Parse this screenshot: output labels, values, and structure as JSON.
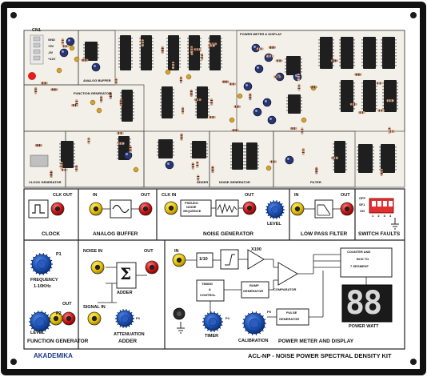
{
  "brand": "AKADEMIKA",
  "kit_title": "ACL-NP - NOISE POWER SPECTRAL DENSITY KIT",
  "pcb": {
    "cn1": "CN1",
    "pins": [
      "GND",
      "+5V",
      "-5V",
      "+12V"
    ],
    "sections": {
      "analog_buffer": "ANALOG BUFFER",
      "function_generator": "FUNCTION GENERATOR",
      "power_meter": "POWER METER & DISPLAY",
      "clock_generator": "CLOCK GENERATOR",
      "adder": "ADDER",
      "noise_generator": "NOISE GENERATOR",
      "filter": "FILTER"
    }
  },
  "panel": {
    "clock": {
      "title": "CLOCK",
      "out": "CLK OUT"
    },
    "analog_buffer": {
      "title": "ANALOG BUFFER",
      "in": "IN",
      "out": "OUT"
    },
    "noise_generator": {
      "title": "NOISE GENERATOR",
      "clk_in": "CLK IN",
      "box": [
        "PSEUDO",
        "NOISE",
        "SEQUENCE"
      ],
      "out": "OUT",
      "level": "LEVEL"
    },
    "low_pass_filter": {
      "title": "LOW PASS FILTER",
      "in": "IN",
      "out": "OUT"
    },
    "switch_faults": {
      "title": "SWITCH FAULTS",
      "off": "OFF",
      "sf1": "SF1",
      "on": "ON",
      "numbers": "1 2 3 4"
    },
    "function_generator": {
      "title": "FUNCTION GENERATOR",
      "frequency": "FREQUENCY",
      "range": "1-10KHz",
      "level": "LEVEL",
      "out": "OUT",
      "p1": "P1",
      "p2": "P2"
    },
    "adder": {
      "title": "ADDER",
      "noise_in": "NOISE IN",
      "signal_in": "SIGNAL IN",
      "out": "OUT",
      "sigma": "Σ",
      "box_label": "ADDER",
      "attenuation": "ATTENUATION",
      "p3": "P3"
    },
    "power_meter": {
      "title": "POWER METER AND DISPLAY",
      "in": "IN",
      "div": "1/10",
      "x100": "X100",
      "timing": [
        "TIMING",
        "&",
        "CONTROL"
      ],
      "ramp": [
        "RAMP",
        "GENERATOR"
      ],
      "comparator": "COMPARATOR",
      "counter": [
        "COUNTER AND",
        "BCD TO",
        "7 SEGMENT"
      ],
      "pulse": [
        "PULSE",
        "GENERATOR"
      ],
      "timer": "TIMER",
      "calibration": "CALIBRATION",
      "power_watt": "POWER WATT",
      "p4": "P4",
      "p5": "P5",
      "display_value": "88"
    }
  },
  "colors": {
    "frame": "#111111",
    "pcb": "#f3f0ea",
    "panel": "#ffffff",
    "socket_yellow": "#e8c000",
    "socket_red": "#d01010",
    "knob_blue": "#1a4fb0",
    "dip_red": "#e23030",
    "display": "#1a1a1a",
    "segment": "#cccccc"
  }
}
